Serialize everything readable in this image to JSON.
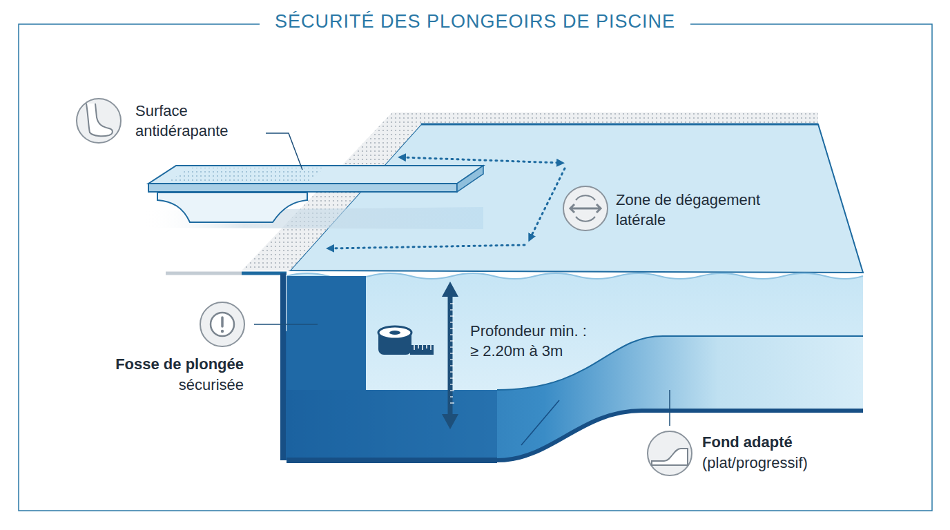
{
  "diagram": {
    "title": "SÉCURITÉ DES PLONGEOIRS DE PISCINE",
    "labels": [
      "Surface antidérapante",
      "Zone de dégagement latérale",
      "Profondeur min. : ≥ 2.20m à 3m",
      "Fosse de plongée",
      "sécurisée",
      "Fond adapté",
      "(plat/progressif)"
    ]
  }
}
